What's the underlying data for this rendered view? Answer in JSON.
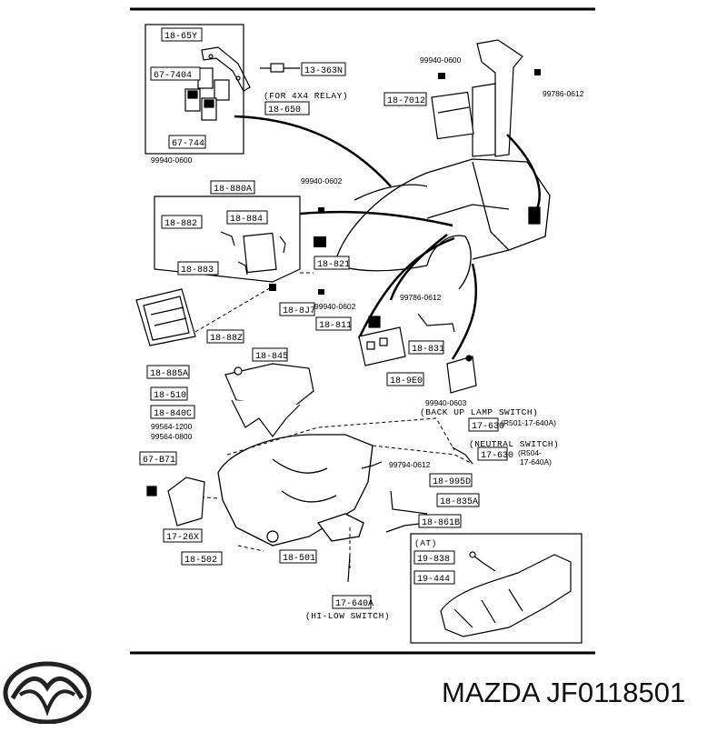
{
  "diagram": {
    "part_labels": {
      "p_18_65Y": "18-65Y",
      "p_67_7404": "67-7404",
      "p_13_363N": "13-363N",
      "p_18_650": "18-650",
      "p_67_744": "67-744",
      "p_18_7012": "18-7012",
      "p_18_880A": "18-880A",
      "p_18_882": "18-882",
      "p_18_884": "18-884",
      "p_18_883": "18-883",
      "p_18_821": "18-821",
      "p_18_8J7": "18-8J7",
      "p_18_88Z": "18-88Z",
      "p_18_885A": "18-885A",
      "p_18_811": "18-811",
      "p_18_831": "18-831",
      "p_18_845": "18-845",
      "p_18_510": "18-510",
      "p_18_840C": "18-840C",
      "p_18_9E0": "18-9E0",
      "p_17_630a": "17-630",
      "p_17_630b": "17-630",
      "p_67_B71": "67-B71",
      "p_18_995D": "18-995D",
      "p_18_835A": "18-835A",
      "p_18_861B": "18-861B",
      "p_17_26X": "17-26X",
      "p_18_502": "18-502",
      "p_18_501": "18-501",
      "p_19_838": "19-838",
      "p_19_444": "19-444",
      "p_17_640A": "17-640A"
    },
    "bolt_labels": {
      "b1": "99940-0600",
      "b2": "99786-0612",
      "b3": "99940-0600",
      "b4": "99940-0602",
      "b5": "99940-0602",
      "b6": "99786-0612",
      "b7": "99940-0603",
      "b8": "99564-1200",
      "b9": "99564-0800",
      "b10": "99794-0612"
    },
    "notes": {
      "for_4x4_relay": "(FOR 4X4 RELAY)",
      "back_up_lamp_switch": "(BACK UP LAMP SWITCH)",
      "r501": "(R501-17-640A)",
      "neutral_switch": "(NEUTRAL SWITCH)",
      "r504": "(R504-",
      "r504b": "17-640A)",
      "at": "(AT)",
      "hi_low_switch": "(HI-LOW SWITCH)"
    }
  },
  "footer": {
    "brand_part": "MAZDA JF0118501",
    "logo": "mazda-logo"
  }
}
